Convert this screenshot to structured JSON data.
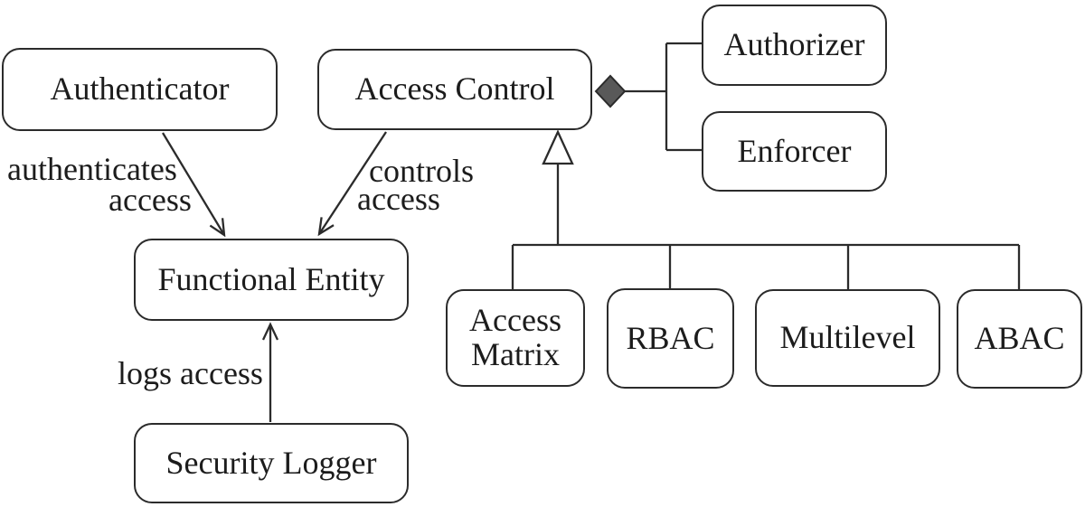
{
  "diagram": {
    "nodes": {
      "authenticator": {
        "label": "Authenticator"
      },
      "access_control": {
        "label": "Access Control"
      },
      "authorizer": {
        "label": "Authorizer"
      },
      "enforcer": {
        "label": "Enforcer"
      },
      "functional_entity": {
        "label": "Functional Entity"
      },
      "security_logger": {
        "label": "Security Logger"
      },
      "access_matrix": {
        "line1": "Access",
        "line2": "Matrix"
      },
      "rbac": {
        "label": "RBAC"
      },
      "multilevel": {
        "label": "Multilevel"
      },
      "abac": {
        "label": "ABAC"
      }
    },
    "edge_labels": {
      "authenticates_line1": "authenticates",
      "authenticates_line2": "access",
      "controls_line1": "controls",
      "controls_line2": "access",
      "logs": "logs access"
    },
    "relationships": [
      {
        "from": "Authenticator",
        "to": "Functional Entity",
        "type": "directed-association",
        "label": "authenticates access"
      },
      {
        "from": "Access Control",
        "to": "Functional Entity",
        "type": "directed-association",
        "label": "controls access"
      },
      {
        "from": "Security Logger",
        "to": "Functional Entity",
        "type": "directed-association",
        "label": "logs access"
      },
      {
        "whole": "Access Control",
        "parts": [
          "Authorizer",
          "Enforcer"
        ],
        "type": "composition"
      },
      {
        "general": "Access Control",
        "specializations": [
          "Access Matrix",
          "RBAC",
          "Multilevel",
          "ABAC"
        ],
        "type": "generalization"
      }
    ],
    "colors": {
      "line": "#2b2b2b",
      "diamond_fill": "#595959",
      "triangle_fill": "#ffffff",
      "background": "#ffffff",
      "text": "#1c1c1c"
    }
  }
}
